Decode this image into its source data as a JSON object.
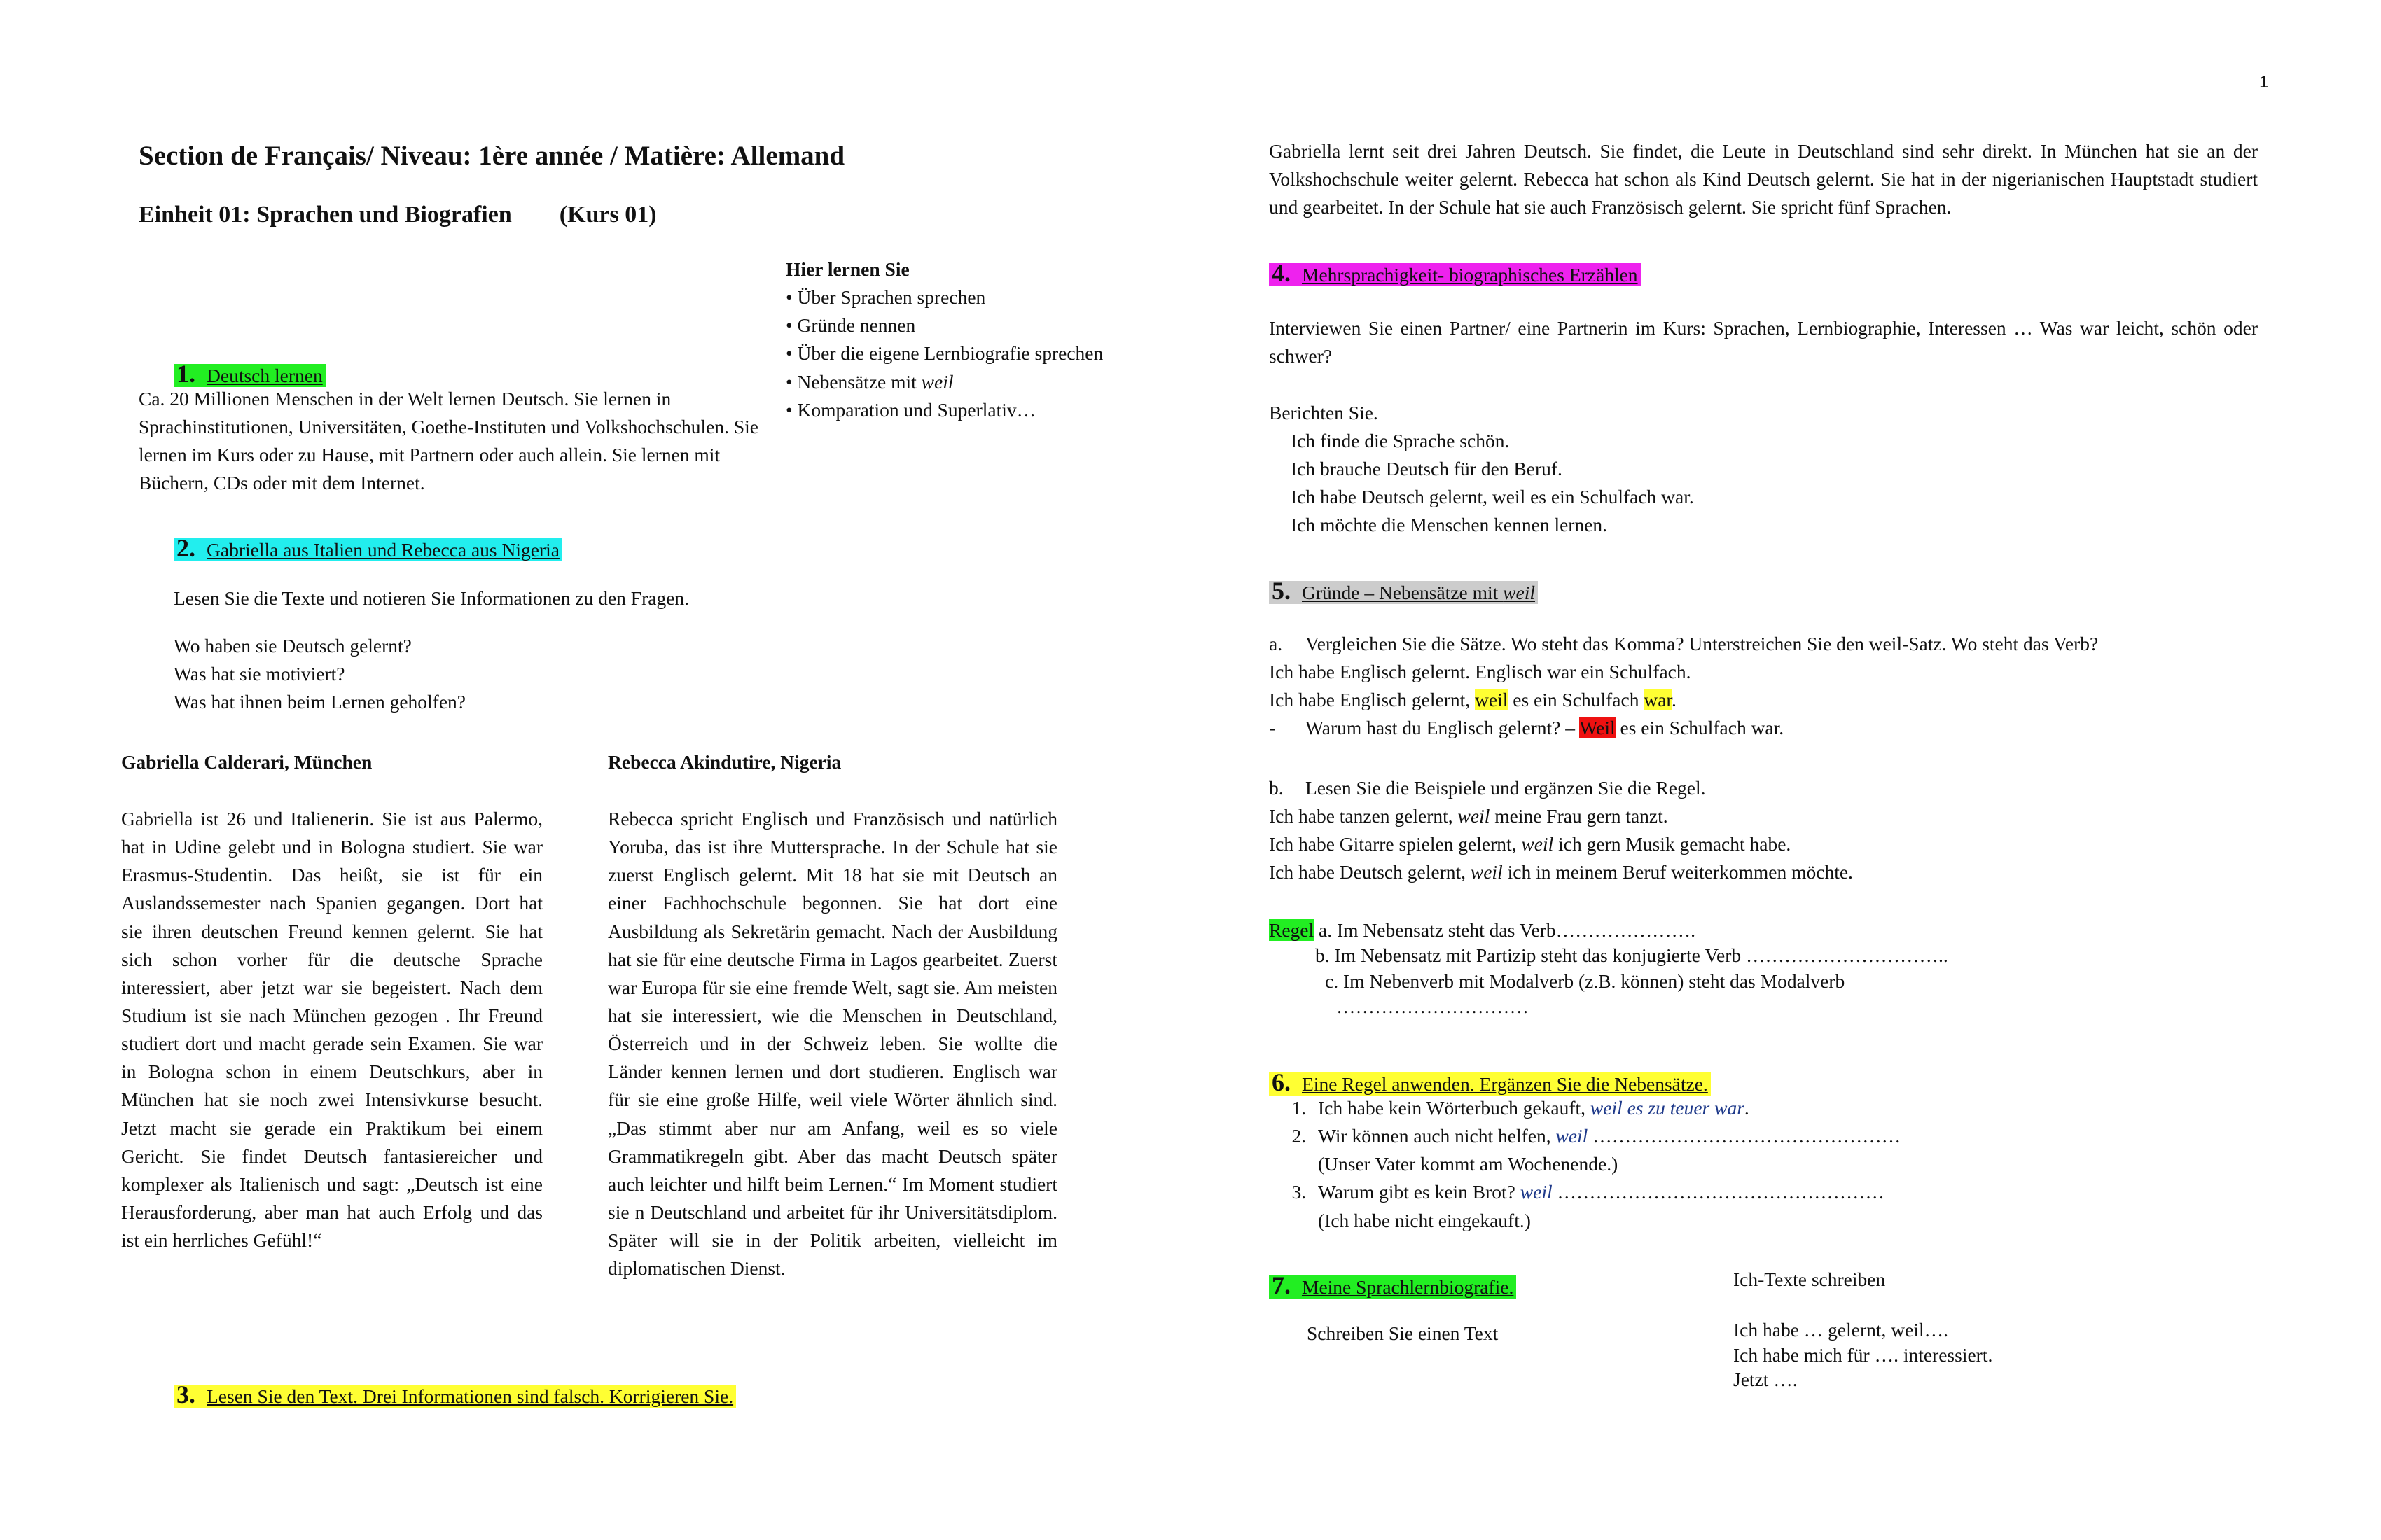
{
  "page_number": "1",
  "header": {
    "title": "Section de Français/ Niveau: 1ère année / Matière: Allemand",
    "subtitle": "Einheit 01: Sprachen und Biografien        (Kurs 01)"
  },
  "goals": {
    "heading": "Hier lernen Sie",
    "items": [
      "• Über Sprachen sprechen",
      "• Gründe nennen",
      "• Über die eigene Lernbiografie sprechen",
      "• Nebensätze mit ",
      "• Komparation und Superlativ…"
    ],
    "item4_italic": "weil"
  },
  "s1": {
    "num": "1.",
    "title": "Deutsch lernen",
    "text": "Ca. 20 Millionen Menschen in der Welt lernen Deutsch. Sie lernen in Sprachinstitutionen, Universitäten, Goethe-Instituten und Volkshochschulen. Sie lernen im Kurs oder zu Hause, mit Partnern oder auch allein. Sie lernen mit Büchern, CDs oder mit dem Internet."
  },
  "s2": {
    "num": "2.",
    "title": "Gabriella aus Italien und Rebecca aus Nigeria",
    "instruction": "Lesen Sie die Texte und notieren Sie Informationen zu den Fragen.",
    "questions": [
      "Wo haben sie Deutsch gelernt?",
      "Was hat sie motiviert?",
      "Was hat ihnen beim Lernen geholfen?"
    ]
  },
  "gabriella": {
    "heading": "Gabriella Calderari, München",
    "text": "Gabriella ist 26 und Italienerin. Sie ist aus Palermo, hat in Udine gelebt und in Bologna studiert. Sie war Erasmus-Studentin. Das heißt, sie ist für ein Auslandssemester nach Spanien gegangen. Dort hat sie ihren deutschen Freund kennen gelernt. Sie hat sich schon vorher für die deutsche Sprache interessiert, aber jetzt war sie begeistert. Nach dem Studium ist sie nach München gezogen . Ihr Freund studiert dort und macht gerade sein Examen. Sie war in Bologna schon in einem Deutschkurs, aber in München hat sie noch zwei Intensivkurse besucht. Jetzt macht sie gerade ein Praktikum bei einem Gericht. Sie findet Deutsch fantasiereicher und komplexer als Italienisch und sagt: „Deutsch ist eine Herausforderung, aber man hat auch Erfolg und das ist ein herrliches Gefühl!“"
  },
  "rebecca": {
    "heading": "Rebecca Akindutire, Nigeria",
    "text": "Rebecca spricht Englisch und Französisch und natürlich Yoruba, das ist ihre Muttersprache. In der Schule hat sie zuerst Englisch gelernt. Mit 18 hat sie mit Deutsch an einer Fachhochschule begonnen. Sie hat dort eine Ausbildung als Sekretärin gemacht. Nach der Ausbildung hat sie für eine deutsche Firma in Lagos gearbeitet. Zuerst war Europa für sie eine fremde Welt, sagt sie. Am meisten hat sie interessiert, wie die Menschen in Deutschland, Österreich und in der Schweiz leben. Sie wollte die Länder kennen lernen und dort studieren. Englisch war für sie eine große Hilfe, weil viele Wörter ähnlich sind. „Das stimmt aber nur am Anfang, weil es so viele Grammatikregeln gibt. Aber das macht Deutsch später auch leichter und hilft beim Lernen.“ Im Moment studiert sie n Deutschland und arbeitet für ihr Universitätsdiplom. Später will sie in der Politik arbeiten, vielleicht im diplomatischen Dienst."
  },
  "s3": {
    "num": "3.",
    "title": "Lesen Sie den Text. Drei Informationen sind falsch. Korrigieren Sie."
  },
  "right_intro": "Gabriella lernt seit drei Jahren Deutsch. Sie findet, die Leute in Deutschland sind sehr direkt. In München hat sie an der Volkshochschule weiter gelernt. Rebecca hat schon als Kind Deutsch gelernt. Sie hat in der nigerianischen Hauptstadt studiert und gearbeitet. In der Schule hat sie auch Französisch gelernt. Sie spricht fünf Sprachen.",
  "s4": {
    "num": "4.",
    "title": "Mehrsprachigkeit- biographisches Erzählen",
    "text": "Interviewen Sie einen Partner/ eine Partnerin im Kurs: Sprachen, Lernbiographie, Interessen … Was war leicht, schön oder schwer?",
    "report": "Berichten Sie.",
    "examples": [
      "Ich finde die Sprache schön.",
      "Ich brauche Deutsch für den Beruf.",
      "Ich habe Deutsch gelernt, weil es ein Schulfach war.",
      "Ich möchte die Menschen kennen lernen."
    ]
  },
  "s5": {
    "num": "5.",
    "title": "Gründe – Nebensätze mit ",
    "title_italic": "weil",
    "a_label": "a.",
    "a_text": "Vergleichen Sie die Sätze. Wo steht das Komma? Unterstreichen Sie den weil-Satz. Wo steht das Verb?",
    "a_s1": "Ich habe Englisch gelernt. Englisch war ein Schulfach.",
    "a_s2_pre": "Ich habe Englisch gelernt, ",
    "a_s2_weil": "weil",
    "a_s2_mid": " es ein Schulfach ",
    "a_s2_war": "war",
    "a_s2_end": ".",
    "a_s3_dash": "-",
    "a_s3_pre": "Warum hast du Englisch gelernt? – ",
    "a_s3_weil": "Weil",
    "a_s3_end": " es ein Schulfach war.",
    "b_label": "b.",
    "b_text": "Lesen Sie die Beispiele und ergänzen Sie die Regel.",
    "b1_pre": "Ich habe tanzen gelernt, ",
    "b1_it": "weil",
    "b1_end": " meine Frau gern tanzt.",
    "b2_pre": "Ich habe Gitarre spielen gelernt, ",
    "b2_it": "weil",
    "b2_end": " ich gern Musik gemacht habe.",
    "b3_pre": "Ich habe Deutsch gelernt, ",
    "b3_it": "weil",
    "b3_end": " ich in meinem Beruf weiterkommen möchte.",
    "regel_label": "Regel",
    "regel_a": " a. Im Nebensatz steht das Verb………………….",
    "regel_b": "b. Im Nebensatz mit Partizip steht das konjugierte  Verb …………………………..",
    "regel_c": "c. Im Nebenverb mit Modalverb (z.B. können) steht das Modalverb",
    "regel_c2": "…………………………"
  },
  "s6": {
    "num": "6.",
    "title": "Eine Regel anwenden. Ergänzen Sie die Nebensätze.",
    "i1_pre": "Ich habe kein Wörterbuch gekauft, ",
    "i1_ans": "weil es zu teuer war",
    "i1_end": ".",
    "i2_pre": "Wir können auch nicht helfen, ",
    "i2_ans": "weil",
    "i2_dots": " …………………………………………",
    "i2_hint": "(Unser Vater kommt am Wochenende.)",
    "i3_pre": "Warum gibt es kein Brot? ",
    "i3_ans": "weil",
    "i3_dots": " ……………………………………………",
    "i3_hint": "(Ich habe nicht eingekauft.)"
  },
  "s7": {
    "num": "7.",
    "title": "Meine Sprachlernbiografie.",
    "instruction": "Schreiben Sie einen Text",
    "side_heading": "Ich-Texte schreiben",
    "side_lines": [
      "Ich habe … gelernt, weil….",
      "Ich habe mich für …. interessiert.",
      "Jetzt …."
    ]
  }
}
